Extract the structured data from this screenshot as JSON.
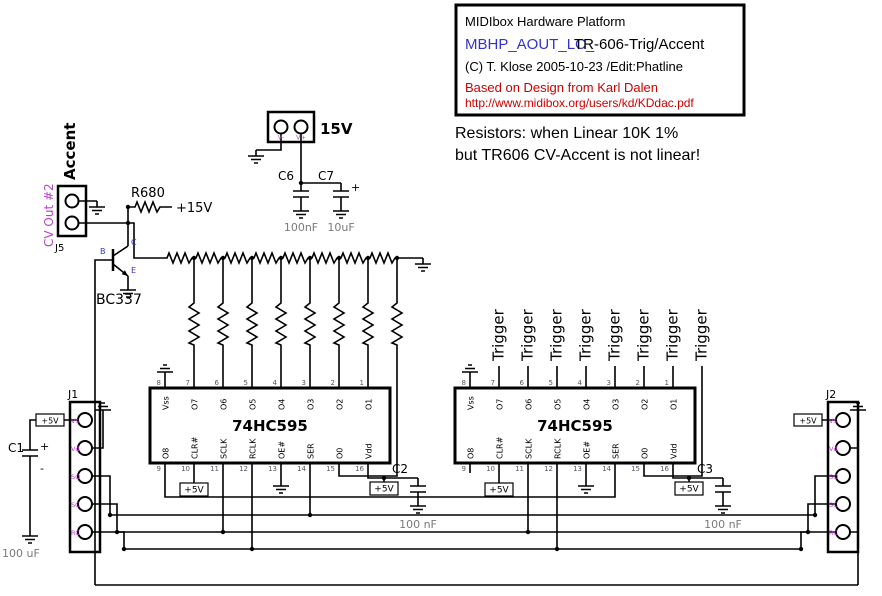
{
  "title_block": {
    "product": "MIDIbox Hardware Platform",
    "module_prefix": "MBHP_AOUT_LC_",
    "module_name": "TR-606-Trig/Accent",
    "copyright": "(C) T. Klose 2005-10-23 /Edit:Phatline",
    "credit": "Based on Design from Karl Dalen",
    "credit_url": "http://www.midibox.org/users/kd/KDdac.pdf"
  },
  "notes": {
    "line1": "Resistors: when Linear 10K 1%",
    "line2": "but TR606 CV-Accent is not linear!"
  },
  "colors": {
    "accent_blue": "#3333cc",
    "warning_red": "#cc0000",
    "net_violet": "#bb44cc",
    "value_gray": "#7a7a7a"
  },
  "power": {
    "p15v": "+15V",
    "p5v": "+5V"
  },
  "connectors": {
    "j5": {
      "name": "J5",
      "net_label": "CV Out #2",
      "signal_label": "Accent"
    },
    "supply": {
      "label": "15V",
      "pin_left": "V-",
      "pin_right": "V+"
    },
    "j1": {
      "name": "J1",
      "pins": [
        "Vs",
        "Vd",
        "SO",
        "SC",
        "RC"
      ]
    },
    "j2": {
      "name": "J2",
      "pins": [
        "Vs",
        "Vd",
        "SO",
        "SC",
        "RC"
      ]
    }
  },
  "components": {
    "r680": {
      "ref": "R680"
    },
    "q1": {
      "ref": "BC337",
      "pin_c": "C",
      "pin_b": "B",
      "pin_e": "E"
    },
    "c1": {
      "ref": "C1",
      "value": "100 uF",
      "plus": "+",
      "minus": "-"
    },
    "c2": {
      "ref": "C2",
      "value": "100 nF"
    },
    "c3": {
      "ref": "C3",
      "value": "100 nF"
    },
    "c6": {
      "ref": "C6",
      "value": "100nF"
    },
    "c7": {
      "ref": "C7",
      "value": "10uF",
      "plus": "+"
    }
  },
  "ic": {
    "name": "74HC595",
    "top_pins": [
      "Vss",
      "O7",
      "O6",
      "O5",
      "O4",
      "O3",
      "O2",
      "O1"
    ],
    "top_pin_numbers": [
      "8",
      "7",
      "6",
      "5",
      "4",
      "3",
      "2",
      "1"
    ],
    "bottom_pins": [
      "O8",
      "CLR#",
      "SCLK",
      "RCLK",
      "OE#",
      "SER",
      "O0",
      "Vdd"
    ],
    "bottom_pin_numbers": [
      "9",
      "10",
      "11",
      "12",
      "13",
      "14",
      "15",
      "16"
    ]
  },
  "signals": {
    "trigger": "Trigger"
  }
}
